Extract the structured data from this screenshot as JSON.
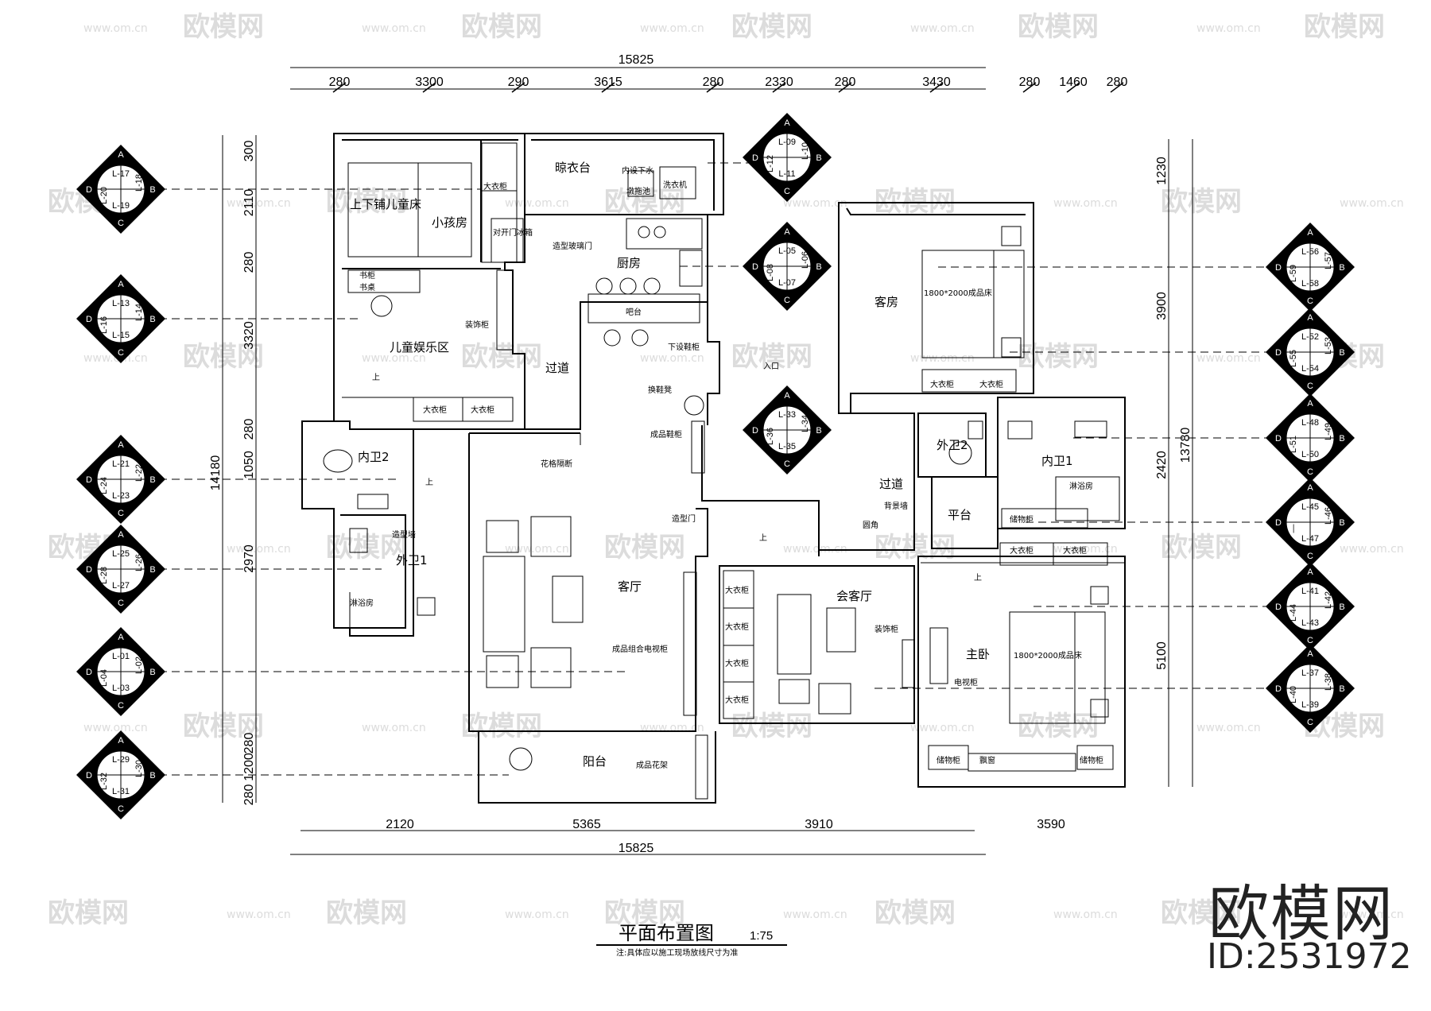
{
  "watermark": {
    "brand": "欧模网",
    "url": "www.om.cn",
    "id": "ID:2531972"
  },
  "dimensions": {
    "top_total": "15825",
    "top": [
      "280",
      "3300",
      "290",
      "3615",
      "280",
      "2330",
      "280",
      "3430",
      "280",
      "1460",
      "280"
    ],
    "bottom": [
      "2120",
      "5365",
      "3910",
      "3590"
    ],
    "bottom_total": "15825",
    "left": [
      "300",
      "2110",
      "280",
      "3320",
      "280",
      "1050",
      "2970",
      "280",
      "1200",
      "280"
    ],
    "left_total": "14180",
    "right": [
      "1230",
      "3900",
      "2420",
      "5100"
    ],
    "right_total": "13780"
  },
  "rooms": {
    "bunk_bed": "上下铺儿童床",
    "kids_room": "小孩房",
    "wardrobe": "大衣柜",
    "laundry_balcony": "晾衣台",
    "drain": "内设下水",
    "mop_pool": "墩拖池",
    "washer": "洗衣机",
    "fridge": "对开门冰箱",
    "glass_door": "造型玻璃门",
    "kitchen": "厨房",
    "bookcase": "书柜",
    "desk": "书桌",
    "deco_cabinet": "装饰柜",
    "kids_play": "儿童娱乐区",
    "bar": "吧台",
    "corridor": "过道",
    "shoe_cabinet_below": "下设鞋柜",
    "entrance": "入口",
    "shoe_bench": "换鞋凳",
    "shoe_cabinet": "成品鞋柜",
    "partition": "花格隔断",
    "shape_door": "造型门",
    "guest_room": "客房",
    "bed_1800": "1800*2000成品床",
    "inner_bath2": "内卫2",
    "outer_bath2": "外卫2",
    "inner_bath1": "内卫1",
    "shower": "淋浴房",
    "feature_wall": "造型墙",
    "outer_bath1": "外卫1",
    "up": "上",
    "living_room": "客厅",
    "tv_cabinet": "成品组合电视柜",
    "meeting_room": "会客厅",
    "bg_wall": "背景墙",
    "round_corner": "圆角",
    "platform": "平台",
    "storage": "储物柜",
    "master_bedroom": "主卧",
    "tv_stand": "电视柜",
    "bay_window": "飘窗",
    "balcony": "阳台",
    "flower_rack": "成品花架"
  },
  "title": {
    "main": "平面布置图",
    "scale": "1:75",
    "note": "注:具体应以施工现场放线尺寸为准"
  },
  "elevation_tags": [
    {
      "a": "L-17",
      "b": "L-18",
      "c": "L-19",
      "d": "L-20"
    },
    {
      "a": "L-13",
      "b": "L-14",
      "c": "L-15",
      "d": "L-16"
    },
    {
      "a": "L-21",
      "b": "L-22",
      "c": "L-23",
      "d": "L-24"
    },
    {
      "a": "L-25",
      "b": "L-26",
      "c": "L-27",
      "d": "L-28"
    },
    {
      "a": "L-01",
      "b": "L-02",
      "c": "L-03",
      "d": "L-04"
    },
    {
      "a": "L-29",
      "b": "L-30",
      "c": "L-31",
      "d": "L-32"
    },
    {
      "a": "L-09",
      "b": "L-10",
      "c": "L-11",
      "d": "L-12"
    },
    {
      "a": "L-05",
      "b": "L-06",
      "c": "L-07",
      "d": "L-08"
    },
    {
      "a": "L-33",
      "b": "L-34",
      "c": "L-35",
      "d": "L-36"
    },
    {
      "a": "L-56",
      "b": "L-57",
      "c": "L-58",
      "d": "L-59"
    },
    {
      "a": "L-52",
      "b": "L-53",
      "c": "L-54",
      "d": "L-55"
    },
    {
      "a": "L-48",
      "b": "L-49",
      "c": "L-50",
      "d": "L-51"
    },
    {
      "a": "L-45",
      "b": "L-46",
      "c": "L-47",
      "d": "—"
    },
    {
      "a": "L-41",
      "b": "L-42",
      "c": "L-43",
      "d": "L-44"
    },
    {
      "a": "L-37",
      "b": "L-38",
      "c": "L-39",
      "d": "L-40"
    }
  ],
  "tag_letters": {
    "a": "A",
    "b": "B",
    "c": "C",
    "d": "D"
  }
}
